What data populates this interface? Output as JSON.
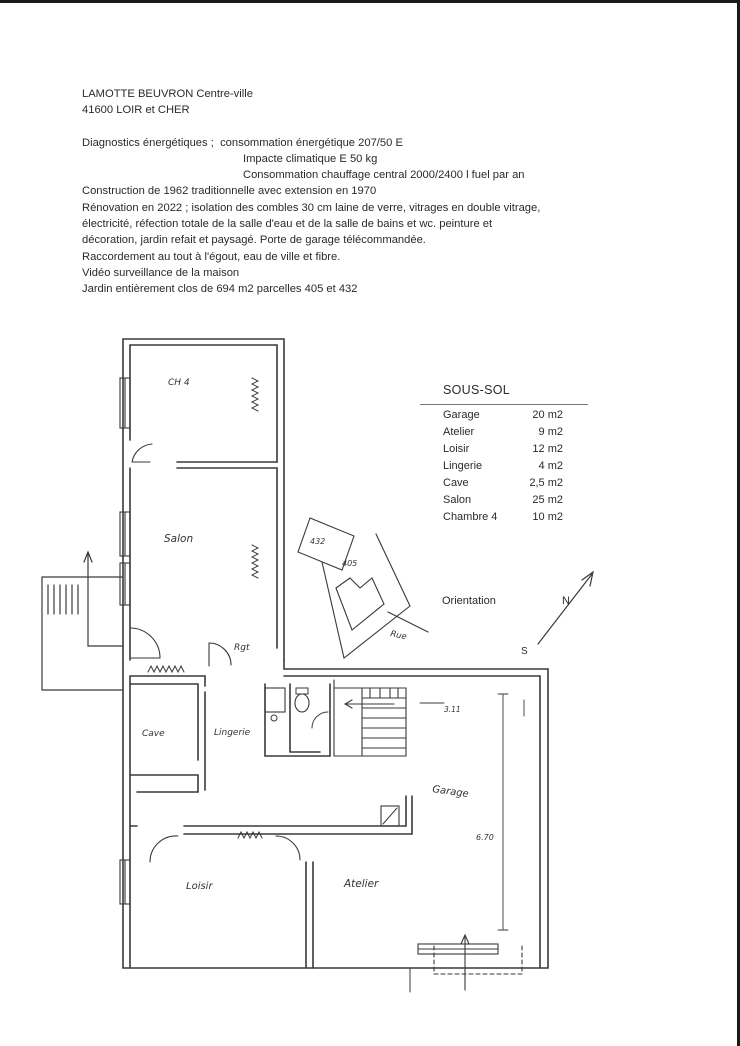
{
  "header": {
    "location": "LAMOTTE BEUVRON Centre-ville",
    "postal": "41600 LOIR et CHER",
    "diag_label": "Diagnostics énergétiques ;",
    "diag_consumption": "consommation énergétique 207/50 E",
    "diag_climate": "Impacte climatique E 50 kg",
    "diag_heating": "Consommation chauffage central 2000/2400 l fuel par an",
    "construction": "Construction de 1962 traditionnelle avec extension en 1970",
    "renovation_1": "Rénovation en 2022 ; isolation des combles 30 cm laine de verre,  vitrages en double vitrage,",
    "renovation_2": "électricité, réfection totale de la salle d'eau et de la salle de bains et wc. peinture et",
    "renovation_3": "décoration, jardin refait et paysagé. Porte de garage télécommandée.",
    "connection": "Raccordement au tout à l'égout, eau de ville et fibre.",
    "video": "Vidéo surveillance de la maison",
    "garden": "Jardin entièrement clos de 694 m2 parcelles 405 et 432"
  },
  "surfaces": {
    "title": "SOUS-SOL",
    "rows": [
      {
        "name": "Garage",
        "value": "20 m2"
      },
      {
        "name": "Atelier",
        "value": "9 m2"
      },
      {
        "name": "Loisir",
        "value": "12 m2"
      },
      {
        "name": "Lingerie",
        "value": "4 m2"
      },
      {
        "name": "Cave",
        "value": "2,5 m2"
      },
      {
        "name": "Salon",
        "value": "25 m2"
      },
      {
        "name": "Chambre 4",
        "value": "10 m2"
      }
    ]
  },
  "orientation": {
    "label": "Orientation",
    "north": "N",
    "south": "S"
  },
  "plan": {
    "ch4": "CH 4",
    "salon": "Salon",
    "rgt": "Rgt",
    "cave": "Cave",
    "lingerie": "Lingerie",
    "garage": "Garage",
    "loisir": "Loisir",
    "atelier": "Atelier",
    "dim_garage": "6.70",
    "dim_stair": "3.11",
    "parcel_432": "432",
    "parcel_405": "405",
    "rue": "Rue"
  }
}
